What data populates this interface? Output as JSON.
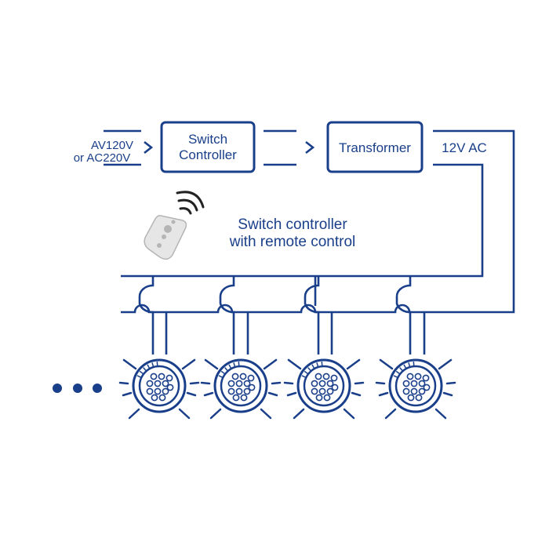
{
  "input": {
    "line1": "AV120V",
    "line2": "or AC220V"
  },
  "switch_box": {
    "line1": "Switch",
    "line2": "Controller"
  },
  "transformer_box": {
    "label": "Transformer"
  },
  "output": {
    "label": "12V AC"
  },
  "remote_caption": {
    "line1": "Switch controller",
    "line2": "with remote control"
  },
  "lights": {
    "count": 4
  },
  "colors": {
    "primary": "#1a3f8a",
    "remote_body": "#e6e6e6",
    "remote_buttons": "#b5b5b5"
  }
}
